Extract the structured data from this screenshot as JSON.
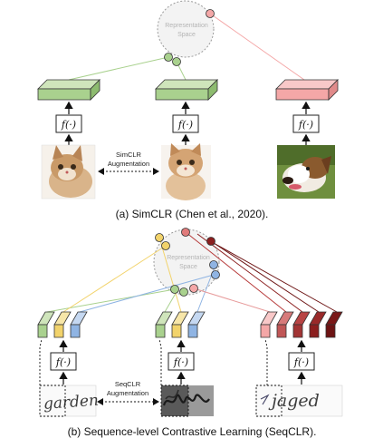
{
  "part_a": {
    "representation_label": [
      "Representation",
      "Space"
    ],
    "augmentation_label": [
      "SimCLR",
      "Augmentation"
    ],
    "encoder_label": "f(·)",
    "caption": "(a) SimCLR (Chen et al., 2020)."
  },
  "part_b": {
    "representation_label": [
      "Representation",
      "Space"
    ],
    "augmentation_label": [
      "SeqCLR",
      "Augmentation"
    ],
    "encoder_label": "f(·)",
    "word_images": [
      "garden",
      "garden",
      "jaged"
    ],
    "caption": "(b) Sequence-level Contrastive Learning (SeqCLR)."
  },
  "colors": {
    "positive_green": "#a9d18e",
    "negative_red": "#f4a7a7",
    "frame_red": "#8b1e1e",
    "yellow": "#f2d36b",
    "blue": "#8fb4e3"
  }
}
